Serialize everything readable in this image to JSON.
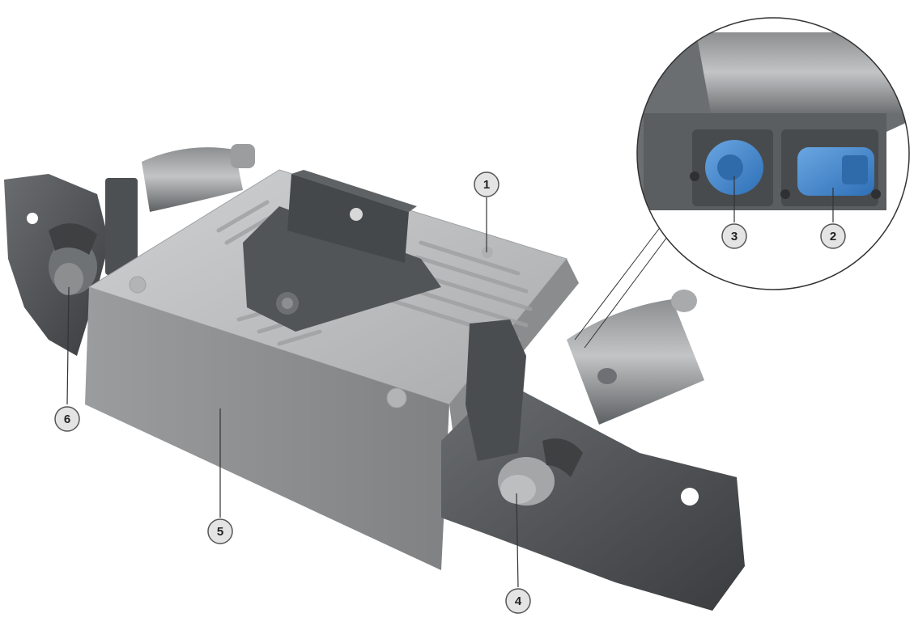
{
  "colors": {
    "housing_light": "#b9bbbd",
    "housing_side": "#8f9193",
    "housing_top": "#c7c9ca",
    "dark_metal": "#55585b",
    "darker_metal": "#3e4042",
    "connector_blue": "#3a7fc7",
    "callout_fill": "#e4e4e4",
    "leader": "#333333"
  },
  "callouts": [
    {
      "id": "1",
      "label": "1"
    },
    {
      "id": "2",
      "label": "2"
    },
    {
      "id": "3",
      "label": "3"
    },
    {
      "id": "4",
      "label": "4"
    },
    {
      "id": "5",
      "label": "5"
    },
    {
      "id": "6",
      "label": "6"
    }
  ]
}
